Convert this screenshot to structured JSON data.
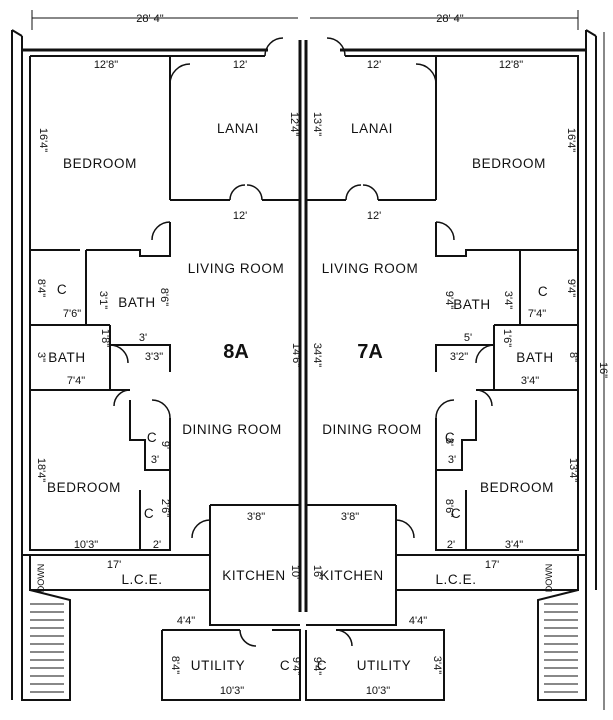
{
  "overall_dims": {
    "left_width": "28' 4\"",
    "right_width": "28' 4\"",
    "side_depth": "16\""
  },
  "units": {
    "left": "8A",
    "right": "7A"
  },
  "rooms": {
    "left": {
      "lanai": "LANAI",
      "bedroom_top": "BEDROOM",
      "closet": "C",
      "bath_a": "BATH",
      "bath_b": "BATH",
      "living_room": "LIVING ROOM",
      "dining_room": "DINING ROOM",
      "bedroom_bottom": "BEDROOM",
      "closet_small": "C",
      "closet_bottom": "C",
      "kitchen": "KITCHEN",
      "lce": "L.C.E.",
      "utility": "UTILITY",
      "utility_closet": "C",
      "down": "DOWN"
    },
    "right": {
      "lanai": "LANAI",
      "bedroom_top": "BEDROOM",
      "closet": "C",
      "bath_a": "BATH",
      "bath_b": "BATH",
      "living_room": "LIVING ROOM",
      "dining_room": "DINING ROOM",
      "bedroom_bottom": "BEDROOM",
      "closet_small": "C",
      "closet_bottom": "C",
      "kitchen": "KITCHEN",
      "lce": "L.C.E.",
      "utility": "UTILITY",
      "utility_closet": "C",
      "down": "DOWN"
    }
  },
  "dims": {
    "left": {
      "bed_top_w": "12'8\"",
      "bed_top_d": "16'4\"",
      "lanai_w": "12'",
      "lanai_d": "12'4\"",
      "living_w": "12'",
      "closet_d": "8'4\"",
      "closet_w": "7'6\"",
      "bath_a_c": "3'1\"",
      "bath_a_d": "8'6\"",
      "bath_a_w": "3'",
      "bath_b_d": "3\"",
      "bath_b_w": "7'4\"",
      "bath_b_d2": "1'8\"",
      "bath_b_w2": "3'3\"",
      "center_d": "14'6\"",
      "c_small_d": "3'",
      "c_small_w": "9'",
      "bed_bot_d": "18'4\"",
      "bed_bot_w": "10'3\"",
      "c_bot_d": "2'6\"",
      "c_bot_w": "2'",
      "kitchen_w": "3'8\"",
      "kitchen_d": "10'",
      "lce_w": "17'",
      "util_w": "4'4\"",
      "util_d": "8'4\"",
      "util_w2": "10'3\"",
      "util_c": "9'4\""
    },
    "right": {
      "bed_top_w": "12'8\"",
      "bed_top_d": "16'4\"",
      "lanai_w": "12'",
      "lanai_d": "13'4\"",
      "living_w": "12'",
      "closet_d": "9'4\"",
      "closet_w": "7'4\"",
      "bath_a_c": "3'4\"",
      "bath_a_d": "9'4\"",
      "bath_a_w": "5'",
      "bath_b_d": "8\"",
      "bath_b_w": "3'4\"",
      "bath_b_d2": "1'6\"",
      "bath_b_w2": "3'2\"",
      "center_d": "34'4\"",
      "c_small_d": "8'",
      "c_small_w": "3'",
      "bed_bot_d": "13'4\"",
      "bed_bot_w": "3'4\"",
      "c_bot_d": "8'6\"",
      "c_bot_w": "2'",
      "kitchen_w": "3'8\"",
      "kitchen_d": "16'",
      "lce_w": "17'",
      "util_w": "4'4\"",
      "util_d": "3'4\"",
      "util_w2": "10'3\"",
      "util_c": "9'4\""
    }
  }
}
